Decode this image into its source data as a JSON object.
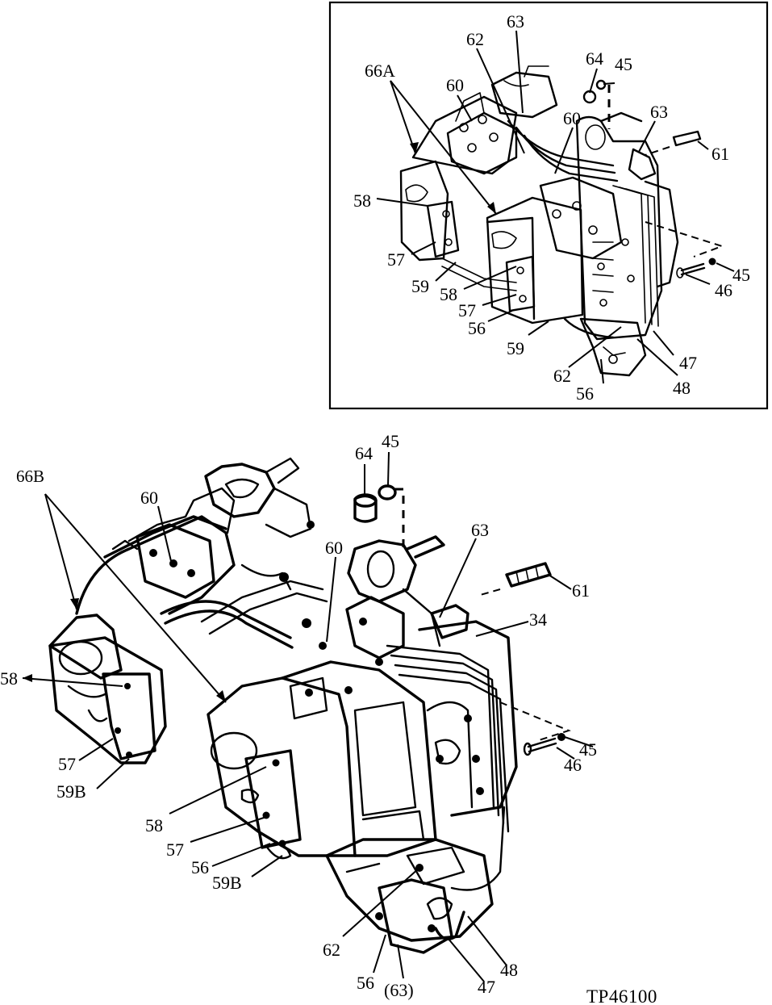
{
  "reference_number": "TP46100",
  "inset_labels": {
    "c63_top": "63",
    "c62_top": "62",
    "c64": "64",
    "c45_top": "45",
    "c66a": "66A",
    "c60_left": "60",
    "c60_mid": "60",
    "c63_right": "63",
    "c61": "61",
    "c58_left": "58",
    "c57_left": "57",
    "c59_left": "59",
    "c58_mid": "58",
    "c57_mid": "57",
    "c56_mid": "56",
    "c59_bottom": "59",
    "c45_right": "45",
    "c46": "46",
    "c47": "47",
    "c48": "48",
    "c62_bottom": "62",
    "c56_bottom": "56"
  },
  "main_labels": {
    "c66b": "66B",
    "c60_left": "60",
    "c64": "64",
    "c45_top": "45",
    "c60_mid": "60",
    "c63": "63",
    "c61": "61",
    "c34": "34",
    "c58_left": "58",
    "c57_left": "57",
    "c59b_left": "59B",
    "c58_mid": "58",
    "c57_mid": "57",
    "c56_mid": "56",
    "c59b_mid": "59B",
    "c45_right": "45",
    "c46": "46",
    "c62": "62",
    "c48": "48",
    "c47": "47",
    "c56_bottom": "56",
    "c63_paren": "(63)"
  }
}
